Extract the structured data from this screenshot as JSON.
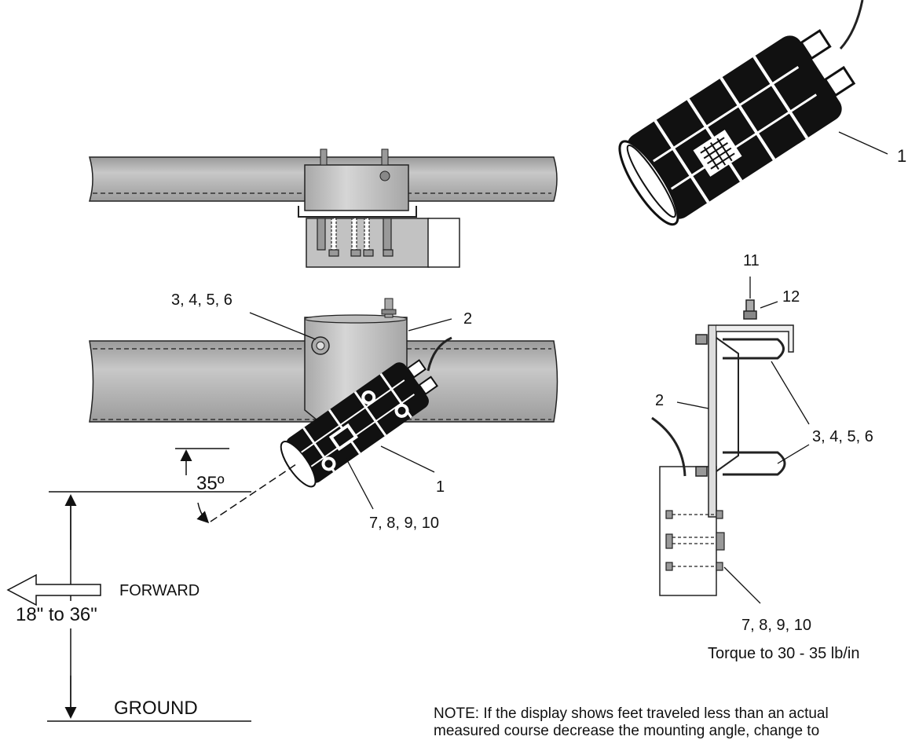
{
  "callouts": {
    "sensor_top_right": "1",
    "sensor_side_view": "1",
    "bracket_side_view": "2",
    "bracket_right": "2",
    "u_bolts_side_view": "3, 4, 5, 6",
    "u_bolts_right": "3, 4, 5, 6",
    "screws_side_view": "7, 8, 9, 10",
    "screws_right": "7, 8, 9, 10",
    "bolt_11": "11",
    "nut_12": "12"
  },
  "dimensions": {
    "angle": "35º",
    "height_range": "18\" to 36\""
  },
  "labels": {
    "forward": "FORWARD",
    "ground": "GROUND",
    "torque": "Torque to 30 - 35 lb/in"
  },
  "note": {
    "line1": "NOTE: If the display shows feet traveled less than an actual",
    "line2": "measured course decrease the mounting angle, change to"
  },
  "colors": {
    "pipe_fill": "#b3b3b3",
    "bracket_fill": "#c4c4c4",
    "sensor_body": "#111111",
    "line": "#111111"
  }
}
